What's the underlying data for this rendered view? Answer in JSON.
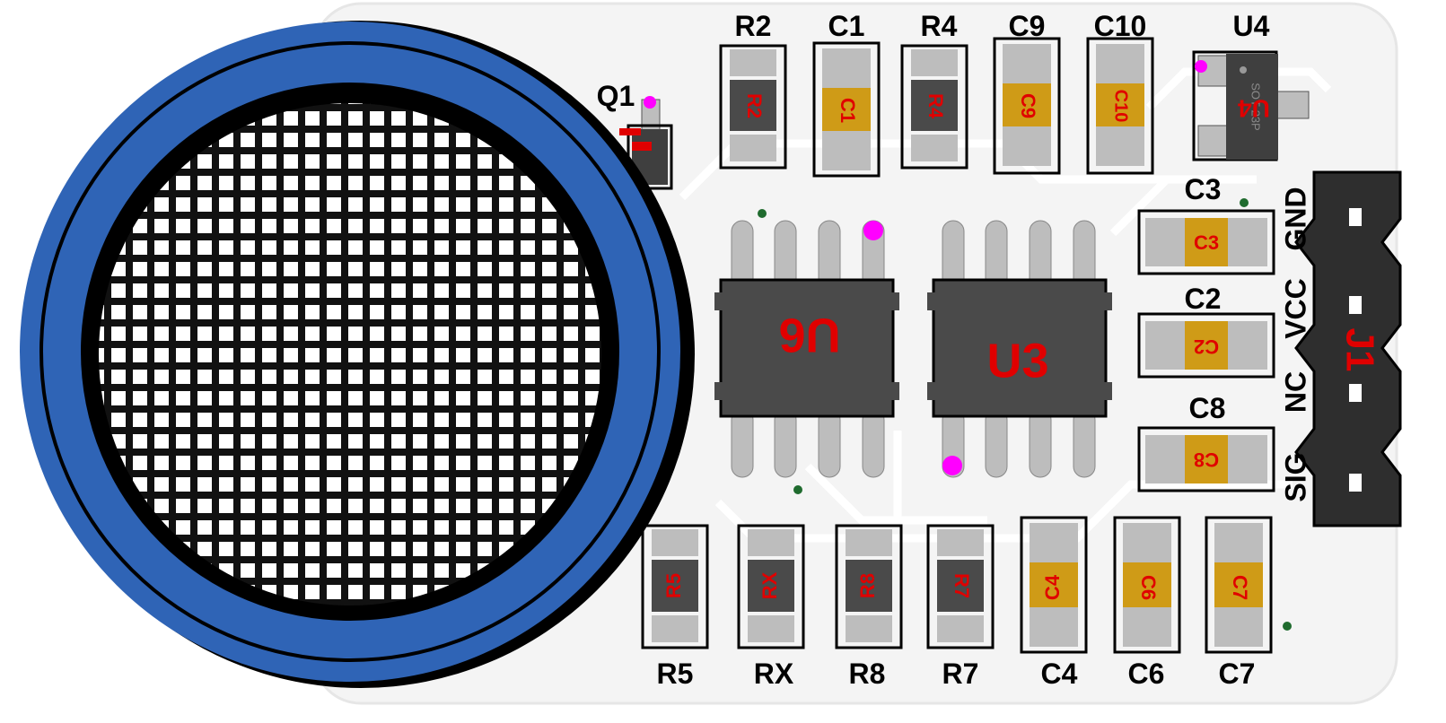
{
  "board": {
    "colors": {
      "pcb": "#f4f4f4",
      "trace": "#ffffff",
      "pad": "#bdbdbd",
      "resistor_body": "#4a4a4a",
      "capacitor_body": "#cf9b17",
      "fab_text": "#e00000",
      "silkscreen": "#000000",
      "sensor_ring": "#2f64b6",
      "pin1_marker": "#ff00ff",
      "via": "#1f6b2e"
    },
    "top_labels": {
      "R2": "R2",
      "C1": "C1",
      "R4": "R4",
      "C9": "C9",
      "C10": "C10",
      "U4": "U4",
      "Q1": "Q1",
      "C3": "C3",
      "C2": "C2",
      "C8": "C8"
    },
    "bottom_labels": {
      "R5": "R5",
      "RX": "RX",
      "R8": "R8",
      "R7": "R7",
      "C4": "C4",
      "C6": "C6",
      "C7": "C7"
    },
    "body_labels": {
      "R2": "R2",
      "C1": "C1",
      "R4": "R4",
      "C9": "C9",
      "C10": "C10",
      "U4": "U4",
      "C3": "C3",
      "C2": "C2",
      "C8": "C8",
      "R5": "R5",
      "RX": "RX",
      "R8": "R8",
      "R7": "R7",
      "C4": "C4",
      "C6": "C6",
      "C7": "C7",
      "U6": "U6",
      "U3": "U3",
      "J1": "J1"
    },
    "u4_marking": "SOT-23P",
    "pins": {
      "gnd": "GND",
      "vcc": "VCC",
      "nc": "NC",
      "sig": "SIG"
    }
  }
}
